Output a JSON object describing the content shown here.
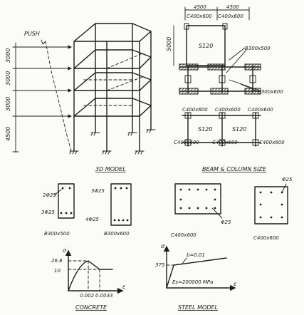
{
  "push_label": "PUSH",
  "story_heights": [
    "4500",
    "3000",
    "3000",
    "3000"
  ],
  "model_caption": "3D MODEL",
  "plan": {
    "spans": [
      "4500",
      "4500"
    ],
    "depth": "5000",
    "column_labels_top": [
      "C400x600",
      "C400x600"
    ],
    "column_labels_mid": [
      "C400x600",
      "C400x600",
      "C400x600"
    ],
    "column_labels_bottom": [
      "C400x600",
      "C400x600",
      "C400x600"
    ],
    "slab_labels": [
      "S120",
      "S120",
      "S120"
    ],
    "beam_labels": [
      "B300x500",
      "B300x600"
    ],
    "caption": "BEAM & COLUMN SIZE"
  },
  "sections": [
    {
      "caption": "B300x500",
      "callouts": [
        "2Φ25",
        "3Φ25"
      ]
    },
    {
      "caption": "B300x600",
      "callouts": [
        "3Φ25",
        "4Φ25"
      ]
    },
    {
      "caption": "C400x600",
      "callouts": [
        "Φ25"
      ]
    },
    {
      "caption": "C400x600",
      "callouts": [
        "Φ25"
      ]
    }
  ],
  "concrete": {
    "caption": "CONCRETE",
    "y_axis_symbol": "σ",
    "x_axis_symbol": "ε",
    "y_ticks": [
      "26.8",
      "10"
    ],
    "x_ticks": [
      "0.002",
      "0.0033"
    ]
  },
  "steel": {
    "caption": "STEEL MODEL",
    "y_axis_symbol": "σ",
    "x_axis_symbol": "ε",
    "y_tick": "375",
    "hardening": "b=0.01",
    "modulus": "Es=200000 MPa"
  }
}
